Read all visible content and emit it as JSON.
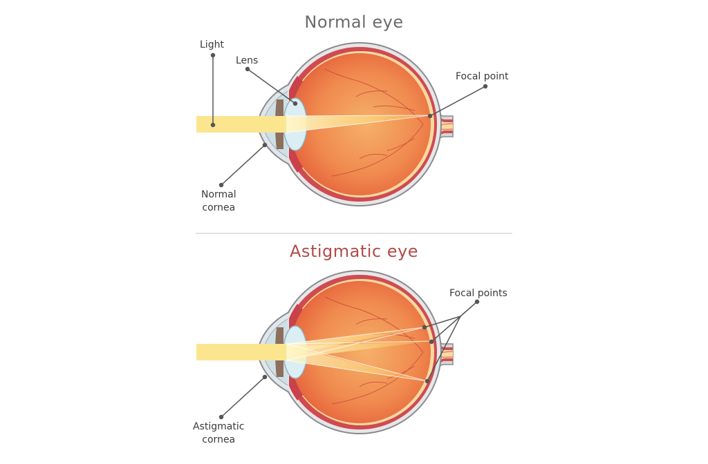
{
  "diagram": {
    "top_panel": {
      "title": "Normal eye",
      "labels": {
        "light": "Light",
        "lens": "Lens",
        "focal_point": "Focal point",
        "cornea_line1": "Normal",
        "cornea_line2": "cornea"
      }
    },
    "bottom_panel": {
      "title": "Astigmatic eye",
      "labels": {
        "focal_points": "Focal points",
        "cornea_line1": "Astigmatic",
        "cornea_line2": "cornea"
      }
    },
    "colors": {
      "normal_title": "#6b6b6b",
      "astigmatic_title": "#b24a4a",
      "light_beam": "#fbe58f",
      "eyeball_outer": "#e8603c",
      "eyeball_inner": "#f4a765",
      "sclera": "#e6e6e6",
      "choroid": "#d84d4d",
      "lens": "#dbeef3",
      "iris": "#8c6f5c",
      "leader_line": "#555555"
    }
  }
}
